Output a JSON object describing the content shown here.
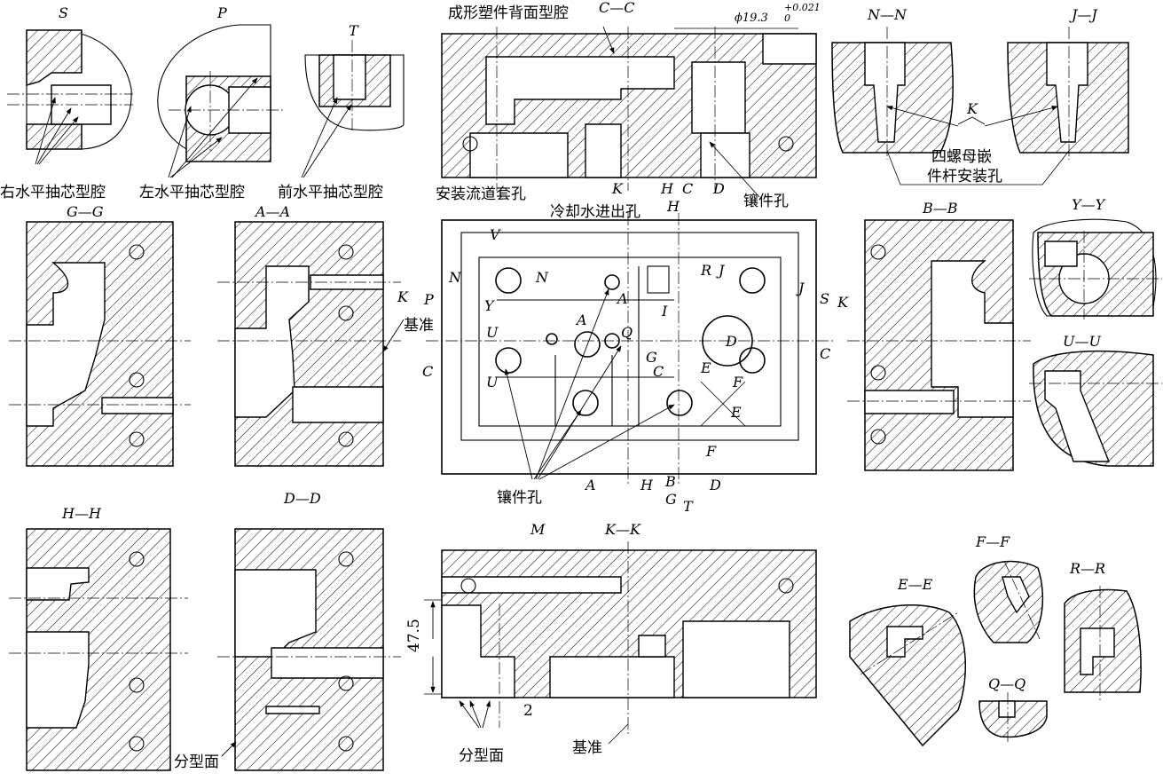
{
  "labels": {
    "view_S": "S",
    "view_P": "P",
    "view_T": "T",
    "view_CC": "C—C",
    "view_NN": "N—N",
    "view_JJ": "J—J",
    "view_GG": "G—G",
    "view_AA": "A—A",
    "view_BB": "B—B",
    "view_YY": "Y—Y",
    "view_UU": "U—U",
    "view_HH": "H—H",
    "view_DD": "D—D",
    "view_KK": "K—K",
    "view_EE": "E—E",
    "view_FF": "F—F",
    "view_RR": "R—R",
    "view_QQ": "Q—Q",
    "right_core": "右水平抽芯型腔",
    "left_core": "左水平抽芯型腔",
    "front_core": "前水平抽芯型腔",
    "back_cavity": "成形塑件背面型腔",
    "dim_dia": "ϕ19.3",
    "dim_tol_upper": "+0.021",
    "dim_tol_lower": "0",
    "insert_hole_top": "镶件孔",
    "nut_K": "K",
    "nut_line1": "四螺母嵌",
    "nut_line2": "件杆安装孔",
    "sprue": "安装流道套孔",
    "cooling": "冷却水进出孔",
    "datum_left": "基准",
    "insert_holes_bottom": "镶件孔",
    "parting_DD": "分型面",
    "parting_KK": "分型面",
    "datum_bottom": "基准",
    "dim_475": "47.5",
    "dim_2": "2",
    "mark_M": "M",
    "sec_K1": "K",
    "sec_H1": "H",
    "sec_C1": "C",
    "sec_D1": "D",
    "sec_H2": "H",
    "sec_V": "V",
    "sec_N1": "N",
    "sec_N2": "N",
    "sec_P": "P",
    "sec_Y": "Y",
    "sec_U1": "U",
    "sec_U2": "U",
    "sec_C2": "C",
    "sec_A1": "A",
    "sec_A2": "A",
    "sec_Q": "Q",
    "sec_R": "R",
    "sec_J1": "J",
    "sec_J2": "J",
    "sec_I": "I",
    "sec_D2": "D",
    "sec_G": "G",
    "sec_E": "E",
    "sec_F1": "F",
    "sec_F2": "F",
    "sec_E2": "E",
    "sec_C3": "C",
    "sec_S": "S",
    "sec_K2": "K",
    "sec_C4": "C",
    "sec_K3": "K",
    "sec_A3": "A",
    "sec_H3": "H",
    "sec_B": "B",
    "sec_G2": "G",
    "sec_D3": "D",
    "sec_T": "T"
  }
}
